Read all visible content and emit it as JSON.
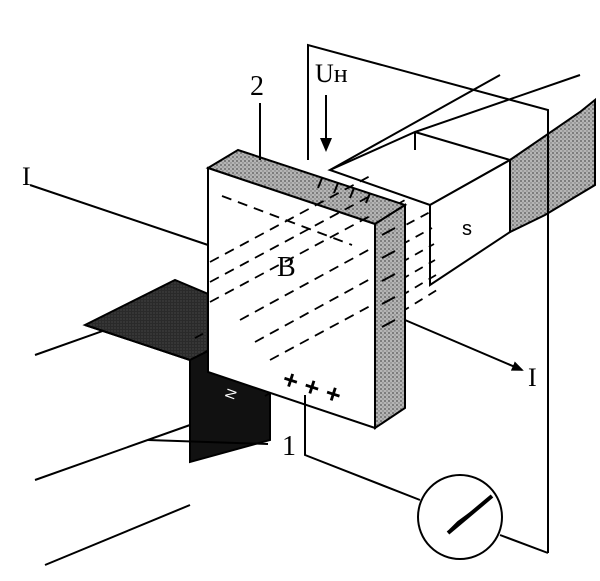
{
  "labels": {
    "current_left": "I",
    "current_right": "I",
    "plate_number": "2",
    "magnet_number": "1",
    "hall_voltage": "Uн",
    "field": "B",
    "pole_south": "s",
    "pole_north": "N",
    "charges": "+ + +"
  },
  "colors": {
    "ink": "#000000",
    "magnet_dark": "#1a1a1a",
    "shade": "#8a8a8a",
    "background": "#ffffff"
  }
}
